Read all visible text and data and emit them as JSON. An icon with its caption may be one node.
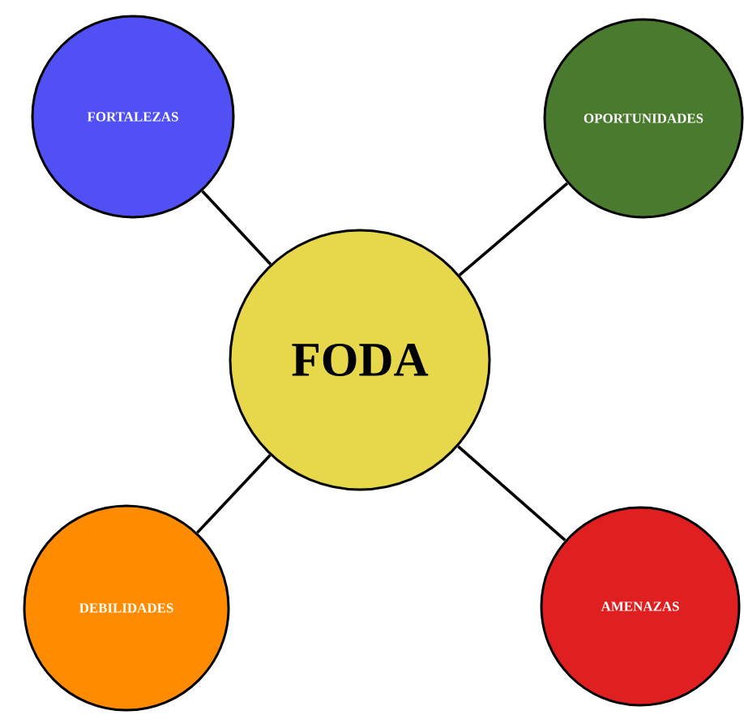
{
  "diagram": {
    "nodes": [
      {
        "text": [
          "FORTALEZAS"
        ]
      },
      {
        "text": [
          "OPORTUNIDADES"
        ]
      },
      {
        "text": [
          "FODA"
        ]
      },
      {
        "text": [
          "DEBILIDADES"
        ]
      },
      {
        "text": [
          "AMENAZAS"
        ]
      }
    ],
    "edges": [
      {
        "from": 2,
        "to": 0,
        "arrow": "none"
      },
      {
        "from": 2,
        "to": 1,
        "arrow": "none"
      },
      {
        "from": 2,
        "to": 3,
        "arrow": "none"
      },
      {
        "from": 2,
        "to": 4,
        "arrow": "none"
      }
    ]
  }
}
